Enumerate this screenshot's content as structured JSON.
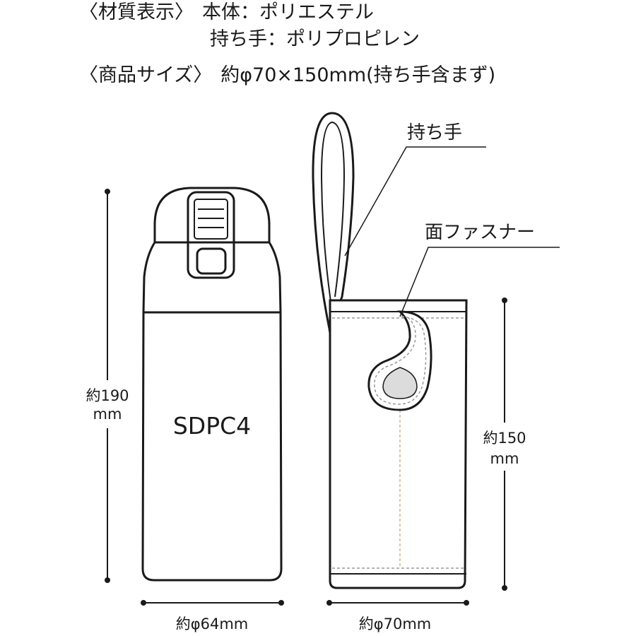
{
  "spec": {
    "material_heading": "〈材質表示〉",
    "material_body": "本体：ポリエステル",
    "material_handle": "持ち手：ポリプロピレン",
    "size_heading": "〈商品サイズ〉",
    "size_value": "約φ70×150mm(持ち手含まず)"
  },
  "bottle": {
    "model_label": "SDPC4",
    "height_label_line1": "約190",
    "height_label_line2": "mm",
    "width_label": "約φ64mm"
  },
  "cover": {
    "handle_callout": "持ち手",
    "fastener_callout": "面ファスナー",
    "height_label_line1": "約150",
    "height_label_line2": "mm",
    "width_label": "約φ70mm",
    "fastener_fill_color": "#dcdcdc"
  },
  "colors": {
    "line": "#1a1a1a",
    "stitch": "#9a9a9a",
    "lining_stitch": "#c9b98a"
  }
}
